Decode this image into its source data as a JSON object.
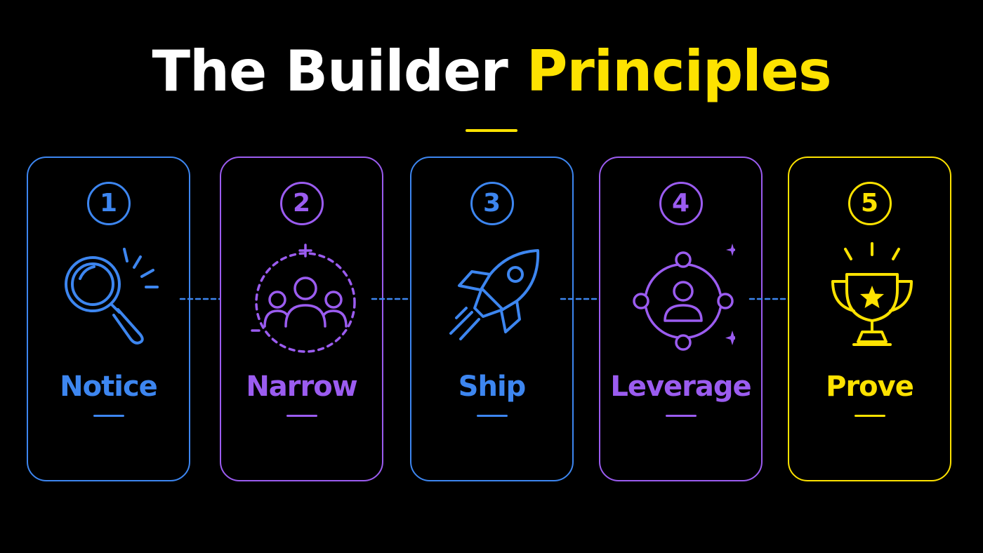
{
  "title": {
    "part1": "The Builder",
    "part2": "Principles"
  },
  "colors": {
    "background": "#000000",
    "title_white": "#ffffff",
    "accent_yellow": "#fde200",
    "blue": "#3d86f0",
    "purple": "#9b5cf0"
  },
  "steps": [
    {
      "number": "1",
      "label": "Notice",
      "icon": "magnifier-icon",
      "color": "#3d86f0"
    },
    {
      "number": "2",
      "label": "Narrow",
      "icon": "group-target-icon",
      "color": "#9b5cf0"
    },
    {
      "number": "3",
      "label": "Ship",
      "icon": "rocket-icon",
      "color": "#3d86f0"
    },
    {
      "number": "4",
      "label": "Leverage",
      "icon": "network-person-icon",
      "color": "#9b5cf0"
    },
    {
      "number": "5",
      "label": "Prove",
      "icon": "trophy-icon",
      "color": "#fde200"
    }
  ]
}
